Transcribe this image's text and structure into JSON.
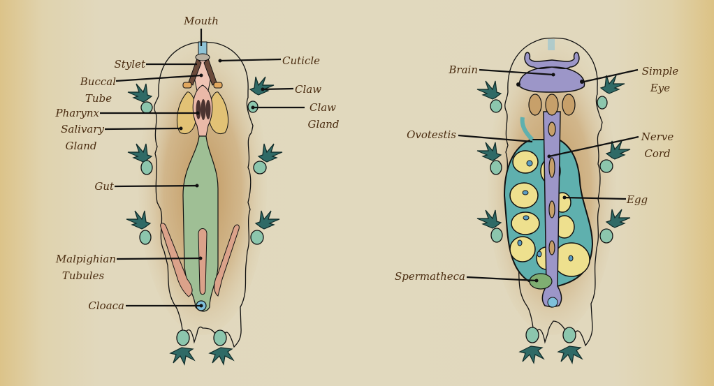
{
  "diagram": {
    "left_panel": {
      "labels": {
        "mouth": "Mouth",
        "stylet": "Stylet",
        "cuticle": "Cuticle",
        "buccal_tube_1": "Buccal",
        "buccal_tube_2": "Tube",
        "claw": "Claw",
        "claw_gland_1": "Claw",
        "claw_gland_2": "Gland",
        "pharynx": "Pharynx",
        "salivary_gland_1": "Salivary",
        "salivary_gland_2": "Gland",
        "gut": "Gut",
        "malpighian_1": "Malpighian",
        "malpighian_2": "Tubules",
        "cloaca": "Cloaca"
      }
    },
    "right_panel": {
      "labels": {
        "brain": "Brain",
        "simple_eye_1": "Simple",
        "simple_eye_2": "Eye",
        "ovotestis": "Ovotestis",
        "nerve_cord_1": "Nerve",
        "nerve_cord_2": "Cord",
        "egg": "Egg",
        "spermatheca": "Spermatheca"
      }
    },
    "colors": {
      "background": "#e1d9be",
      "label_text": "#4a2c10",
      "body_shade": "#b9894a",
      "claw": "#2f6a66",
      "claw_gland": "#8cc6ad",
      "gut": "#9fbf95",
      "pharynx": "#eab9a8",
      "salivary_gland": "#e2c275",
      "malpighian": "#dba28a",
      "mouth_tube": "#8fc3d6",
      "nerve": "#9c96c8",
      "ovotestis": "#5fb0ae",
      "egg": "#eee08e",
      "egg_nucleus": "#5c9ec4",
      "spermatheca": "#7fae72"
    }
  }
}
